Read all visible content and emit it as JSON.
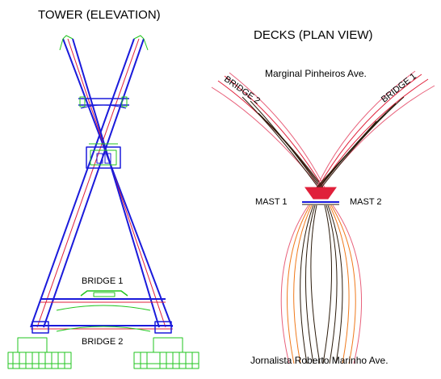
{
  "tower": {
    "title": "TOWER (ELEVATION)",
    "bridge1_label": "BRIDGE 1",
    "bridge2_label": "BRIDGE 2"
  },
  "decks": {
    "title": "DECKS (PLAN VIEW)",
    "top_road": "Marginal Pinheiros Ave.",
    "bottom_road": "Jornalista Roberto Marinho Ave.",
    "bridge1_label": "BRIDGE 1",
    "bridge2_label": "BRIDGE 2",
    "mast1_label": "MAST 1",
    "mast2_label": "MAST 2"
  },
  "colors": {
    "blue": "#1a1adb",
    "red": "#e0203a",
    "green": "#22c51f",
    "pink": "#e8607a",
    "orange": "#f07a1c",
    "dark": "#2a1a0a"
  }
}
